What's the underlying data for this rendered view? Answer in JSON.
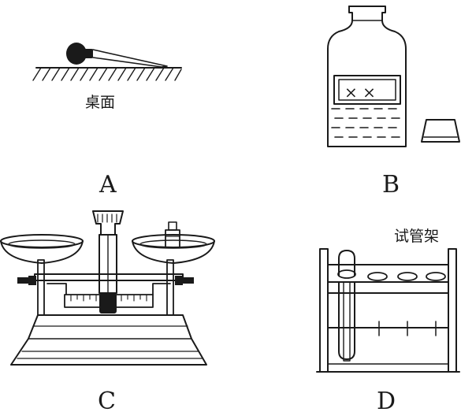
{
  "panels": [
    {
      "letter": "A",
      "label": "桌面"
    },
    {
      "letter": "B",
      "label": "×  ×"
    },
    {
      "letter": "C",
      "label": ""
    },
    {
      "letter": "D",
      "label": "试管架"
    }
  ]
}
